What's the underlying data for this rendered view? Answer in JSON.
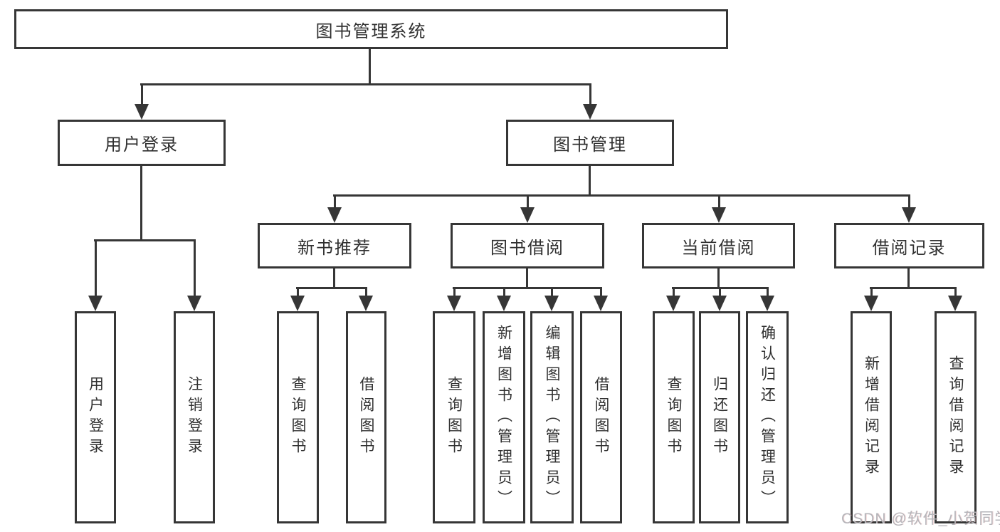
{
  "diagram": {
    "root_label": "图书管理系统",
    "branches": [
      {
        "label": "用户登录",
        "children": [
          {
            "label": "用户登录"
          },
          {
            "label": "注销登录"
          }
        ]
      },
      {
        "label": "图书管理",
        "children": [
          {
            "label": "新书推荐",
            "children": [
              {
                "label": "查询图书"
              },
              {
                "label": "借阅图书"
              }
            ]
          },
          {
            "label": "图书借阅",
            "children": [
              {
                "label": "查询图书"
              },
              {
                "label": "新增图书（管理员）"
              },
              {
                "label": "编辑图书（管理员）"
              },
              {
                "label": "借阅图书"
              }
            ]
          },
          {
            "label": "当前借阅",
            "children": [
              {
                "label": "查询图书"
              },
              {
                "label": "归还图书"
              },
              {
                "label": "确认归还（管理员）"
              }
            ]
          },
          {
            "label": "借阅记录",
            "children": [
              {
                "label": "新增借阅记录"
              },
              {
                "label": "查询借阅记录"
              }
            ]
          }
        ]
      }
    ]
  },
  "watermark": {
    "text": "CSDN @软件_小贺同学",
    "color": "#b5b5ba"
  },
  "colors": {
    "line": "#363636",
    "border": "#363636",
    "background": "#ffffff",
    "text": "#303030"
  }
}
